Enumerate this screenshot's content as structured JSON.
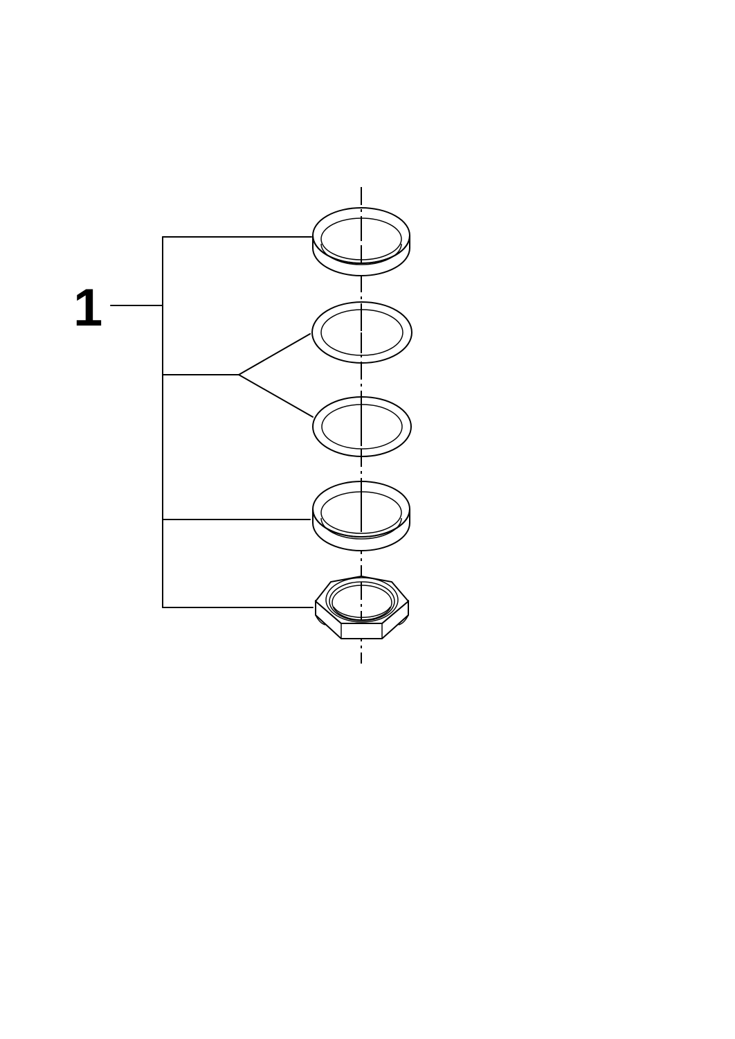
{
  "callout": {
    "number": "1"
  },
  "parts": [
    {
      "name": "thick-ring-top",
      "kind": "ring"
    },
    {
      "name": "flat-washer-upper",
      "kind": "washer"
    },
    {
      "name": "flat-washer-lower",
      "kind": "washer"
    },
    {
      "name": "thick-ring-bottom",
      "kind": "ring"
    },
    {
      "name": "hex-nut",
      "kind": "nut"
    }
  ],
  "colors": {
    "line": "#000000",
    "background": "#ffffff"
  }
}
